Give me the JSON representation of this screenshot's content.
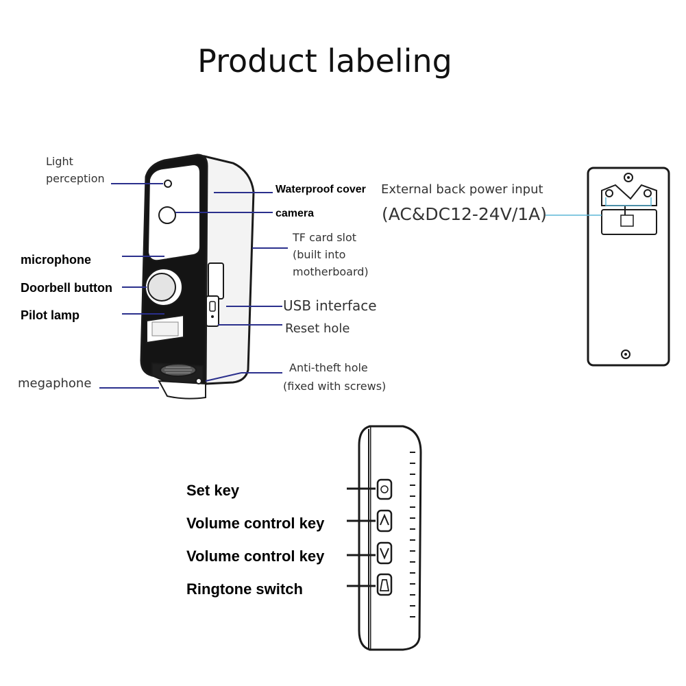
{
  "title": "Product labeling",
  "doorbell_labels": {
    "light_perception_1": "Light",
    "light_perception_2": "perception",
    "waterproof_cover": "Waterproof cover",
    "camera": "camera",
    "tf_card_1": "TF card slot",
    "tf_card_2": "(built into",
    "tf_card_3": "motherboard)",
    "microphone": "microphone",
    "doorbell_button": "Doorbell button",
    "pilot_lamp": "Pilot lamp",
    "usb_interface": "USB interface",
    "reset_hole": "Reset hole",
    "anti_theft_1": "Anti-theft hole",
    "anti_theft_2": "(fixed with screws)",
    "megaphone": "megaphone"
  },
  "back_labels": {
    "power_input": "External back power input",
    "power_spec": "(AC&DC12-24V/1A)"
  },
  "chime_labels": {
    "set_key": "Set key",
    "volume_up": "Volume control key",
    "volume_down": "Volume control key",
    "ringtone": "Ringtone switch"
  },
  "colors": {
    "leader_line": "#2a2f8c",
    "power_line": "#5bb5d6",
    "device_body": "#1a1a1a"
  }
}
